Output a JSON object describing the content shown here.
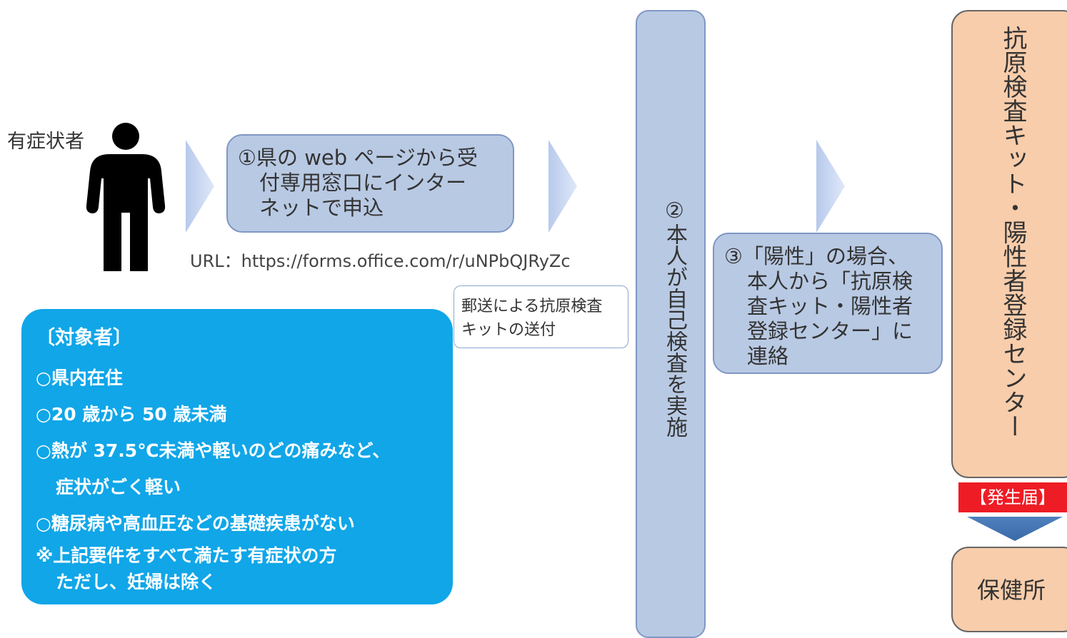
{
  "symptomatic_label": "有症状者",
  "step1": {
    "num": "①",
    "line1": "県の web ページから受",
    "line2": "付専用窓口にインター",
    "line3": "ネットで申込"
  },
  "url": "URL：https://forms.office.com/r/uNPbQJRyZc",
  "mail": {
    "line1": "郵送による抗原検査",
    "line2": "キットの送付"
  },
  "target": {
    "title": "〔対象者〕",
    "items": [
      "○県内在住",
      "○20 歳から 50 歳未満",
      "○熱が 37.5℃未満や軽いのどの痛みなど、",
      "症状がごく軽い",
      "○糖尿病や高血圧などの基礎疾患がない"
    ],
    "note1": "※上記要件をすべて満たす有症状の方",
    "note2": "ただし、妊婦は除く"
  },
  "step2": "②本人が自己検査を実施",
  "step3": {
    "line1": "③「陽性」の場合、",
    "line2": "本人から「抗原検",
    "line3": "査キット・陽性者",
    "line4": "登録センター」に",
    "line5": "連絡"
  },
  "center": "抗原検査キット・陽性者登録センター",
  "report": "【発生届】",
  "health_center": "保健所",
  "colors": {
    "step_fill": "#b8c9e3",
    "step_border": "#7f97c4",
    "target_fill": "#10a6e8",
    "center_fill": "#f8cdab",
    "report_fill": "#ee1c25",
    "arrow": "#4f81bd"
  }
}
